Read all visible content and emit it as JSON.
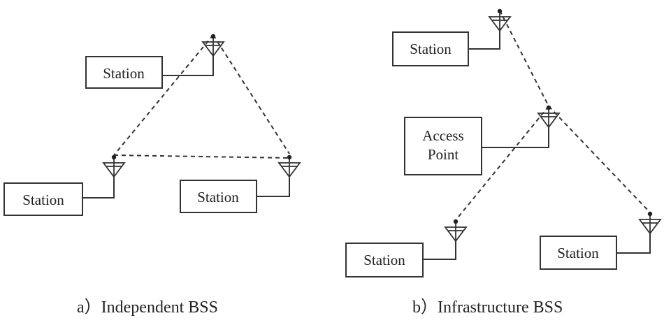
{
  "diagram_a": {
    "caption": "a）Independent BSS",
    "stations": [
      {
        "label": "Station"
      },
      {
        "label": "Station"
      },
      {
        "label": "Station"
      }
    ]
  },
  "diagram_b": {
    "caption": "b）Infrastructure BSS",
    "access_point": {
      "line1": "Access",
      "line2": "Point"
    },
    "stations": [
      {
        "label": "Station"
      },
      {
        "label": "Station"
      },
      {
        "label": "Station"
      }
    ]
  },
  "colors": {
    "line": "#333333",
    "text": "#222222",
    "background": "#ffffff"
  }
}
